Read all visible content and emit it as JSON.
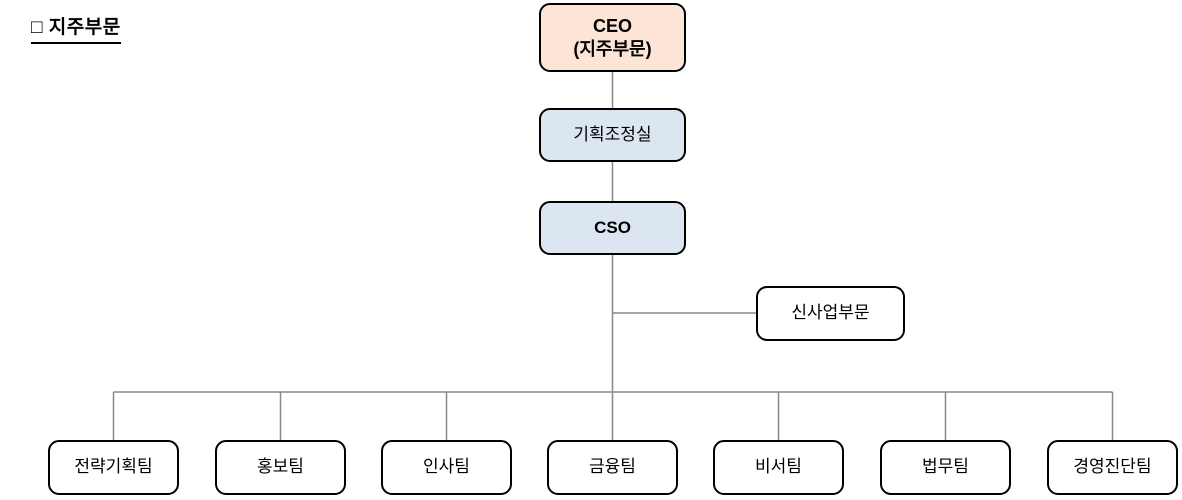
{
  "page": {
    "title": "□ 지주부문"
  },
  "org_chart": {
    "ceo": {
      "line1": "CEO",
      "line2": "(지주부문)"
    },
    "staff": {
      "planning_office": "기획조정실",
      "cso": "CSO"
    },
    "branch": {
      "new_business": "신사업부문"
    },
    "teams": [
      {
        "label": "전략기획팀"
      },
      {
        "label": "홍보팀"
      },
      {
        "label": "인사팀"
      },
      {
        "label": "금융팀"
      },
      {
        "label": "비서팀"
      },
      {
        "label": "법무팀"
      },
      {
        "label": "경영진단팀"
      }
    ],
    "colors": {
      "ceo_fill": "#FCE4D6",
      "staff_fill": "#DCE6F1",
      "team_fill": "#FFFFFF",
      "box_border": "#000000",
      "connector": "#888888"
    }
  }
}
